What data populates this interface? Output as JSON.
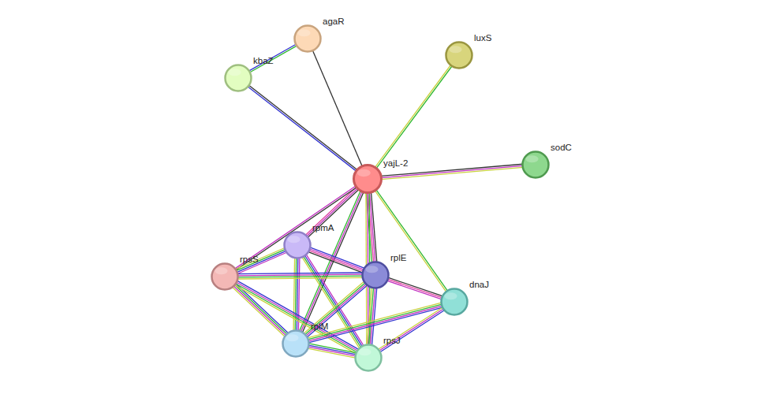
{
  "diagram": {
    "nodes": [
      {
        "text": [
          "agaR"
        ]
      },
      {
        "text": [
          "kbaZ"
        ]
      },
      {
        "text": [
          "luxS"
        ]
      },
      {
        "text": [
          "yajL-2"
        ]
      },
      {
        "text": [
          "sodC"
        ]
      },
      {
        "text": [
          "rpmA"
        ]
      },
      {
        "text": [
          "rpsS"
        ]
      },
      {
        "text": [
          "rplE"
        ]
      },
      {
        "text": [
          "dnaJ"
        ]
      },
      {
        "text": [
          "rplM"
        ]
      },
      {
        "text": [
          "rpsJ"
        ]
      }
    ],
    "edges": [
      {
        "from": 0,
        "to": 1,
        "arrow": "none"
      },
      {
        "from": 0,
        "to": 3,
        "arrow": "none"
      },
      {
        "from": 1,
        "to": 3,
        "arrow": "none"
      },
      {
        "from": 2,
        "to": 3,
        "arrow": "none"
      },
      {
        "from": 3,
        "to": 4,
        "arrow": "none"
      },
      {
        "from": 3,
        "to": 5,
        "arrow": "none"
      },
      {
        "from": 3,
        "to": 6,
        "arrow": "none"
      },
      {
        "from": 3,
        "to": 7,
        "arrow": "none"
      },
      {
        "from": 3,
        "to": 8,
        "arrow": "none"
      },
      {
        "from": 3,
        "to": 9,
        "arrow": "none"
      },
      {
        "from": 3,
        "to": 10,
        "arrow": "none"
      },
      {
        "from": 5,
        "to": 6,
        "arrow": "none"
      },
      {
        "from": 5,
        "to": 7,
        "arrow": "none"
      },
      {
        "from": 5,
        "to": 9,
        "arrow": "none"
      },
      {
        "from": 5,
        "to": 10,
        "arrow": "none"
      },
      {
        "from": 6,
        "to": 7,
        "arrow": "none"
      },
      {
        "from": 6,
        "to": 9,
        "arrow": "none"
      },
      {
        "from": 6,
        "to": 10,
        "arrow": "none"
      },
      {
        "from": 7,
        "to": 8,
        "arrow": "none"
      },
      {
        "from": 7,
        "to": 9,
        "arrow": "none"
      },
      {
        "from": 7,
        "to": 10,
        "arrow": "none"
      },
      {
        "from": 8,
        "to": 9,
        "arrow": "none"
      },
      {
        "from": 8,
        "to": 10,
        "arrow": "none"
      },
      {
        "from": 9,
        "to": 10,
        "arrow": "none"
      }
    ]
  }
}
